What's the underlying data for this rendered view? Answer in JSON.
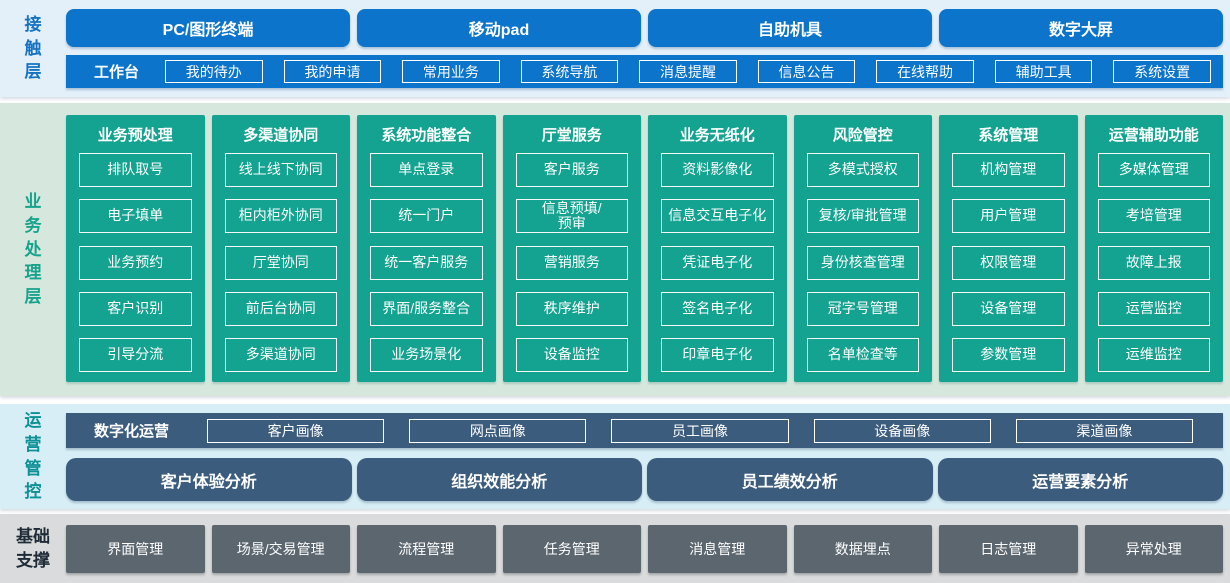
{
  "contact_layer": {
    "label": "接触层",
    "terminals": [
      "PC/图形终端",
      "移动pad",
      "自助机具",
      "数字大屏"
    ],
    "workbench": {
      "label": "工作台",
      "items": [
        "我的待办",
        "我的申请",
        "常用业务",
        "系统导航",
        "消息提醒",
        "信息公告",
        "在线帮助",
        "辅助工具",
        "系统设置"
      ]
    }
  },
  "business_layer": {
    "label": "业务处理层",
    "columns": [
      {
        "title": "业务预处理",
        "items": [
          "排队取号",
          "电子填单",
          "业务预约",
          "客户识别",
          "引导分流"
        ]
      },
      {
        "title": "多渠道协同",
        "items": [
          "线上线下协同",
          "柜内柜外协同",
          "厅堂协同",
          "前后台协同",
          "多渠道协同"
        ]
      },
      {
        "title": "系统功能整合",
        "items": [
          "单点登录",
          "统一门户",
          "统一客户服务",
          "界面/服务整合",
          "业务场景化"
        ]
      },
      {
        "title": "厅堂服务",
        "items": [
          "客户服务",
          "信息预填/\n预审",
          "营销服务",
          "秩序维护",
          "设备监控"
        ]
      },
      {
        "title": "业务无纸化",
        "items": [
          "资料影像化",
          "信息交互电子化",
          "凭证电子化",
          "签名电子化",
          "印章电子化"
        ]
      },
      {
        "title": "风险管控",
        "items": [
          "多模式授权",
          "复核/审批管理",
          "身份核查管理",
          "冠字号管理",
          "名单检查等"
        ]
      },
      {
        "title": "系统管理",
        "items": [
          "机构管理",
          "用户管理",
          "权限管理",
          "设备管理",
          "参数管理"
        ]
      },
      {
        "title": "运营辅助功能",
        "items": [
          "多媒体管理",
          "考培管理",
          "故障上报",
          "运营监控",
          "运维监控"
        ]
      }
    ]
  },
  "operations_layer": {
    "label": "运营管控",
    "digital_ops": {
      "label": "数字化运营",
      "items": [
        "客户画像",
        "网点画像",
        "员工画像",
        "设备画像",
        "渠道画像"
      ]
    },
    "analysis": [
      "客户体验分析",
      "组织效能分析",
      "员工绩效分析",
      "运营要素分析"
    ]
  },
  "base_layer": {
    "label": "基础支撑",
    "items": [
      "界面管理",
      "场景/交易管理",
      "流程管理",
      "任务管理",
      "消息管理",
      "数据埋点",
      "日志管理",
      "异常处理"
    ]
  },
  "colors": {
    "primary_blue": "#0c74cb",
    "teal_green": "#13a390",
    "dark_slate_blue": "#3c5c7d",
    "slate_grey": "#5b666f",
    "band_light_blue": "#e3f0fa",
    "band_light_green": "#d6e8de",
    "band_light_cyan": "#d7eef6",
    "band_light_grey": "#dadbdc"
  }
}
